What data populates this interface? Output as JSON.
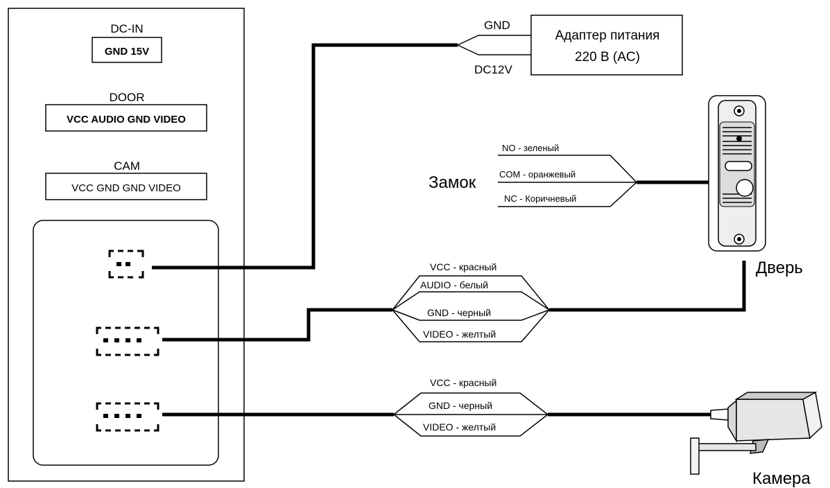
{
  "device_panel": {
    "dc_in": {
      "title": "DC-IN",
      "pins": "GND 15V"
    },
    "door": {
      "title": "DOOR",
      "pins": "VCC AUDIO GND VIDEO"
    },
    "cam": {
      "title": "CAM",
      "pins": "VCC GND GND VIDEO"
    }
  },
  "power_adapter": {
    "line1": "Адаптер питания",
    "line2": "220 В (AC)",
    "wire_gnd": "GND",
    "wire_dc": "DC12V"
  },
  "lock": {
    "label": "Замок",
    "wires": [
      "NO - зеленый",
      "COM - оранжевый",
      "NC - Коричневый"
    ]
  },
  "door_station": {
    "label": "Дверь",
    "wires": [
      "VCC - красный",
      "AUDIO - белый",
      "GND - черный",
      "VIDEO - желтый"
    ]
  },
  "camera": {
    "label": "Камера",
    "wires": [
      "VCC - красный",
      "GND - черный",
      "VIDEO - желтый"
    ]
  }
}
